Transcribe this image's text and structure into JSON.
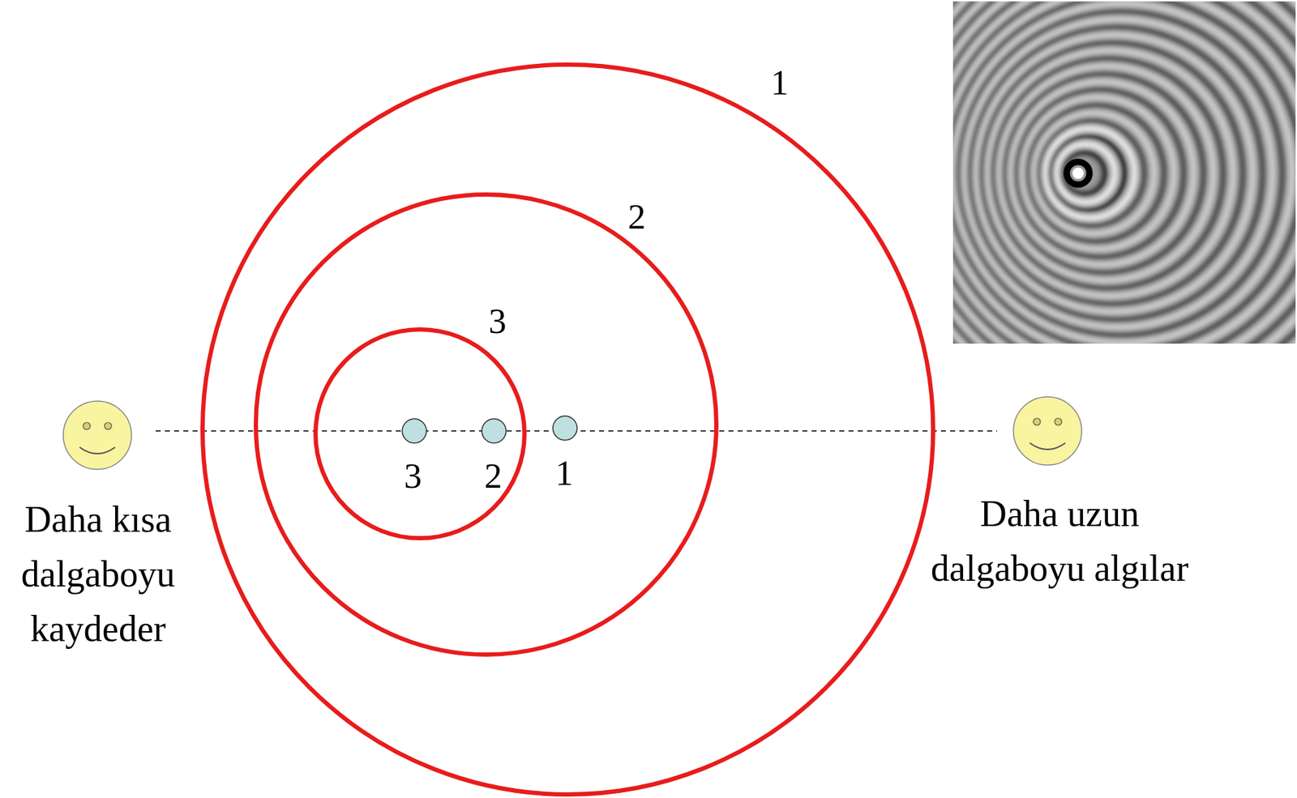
{
  "diagram": {
    "labels": [
      "1",
      "2",
      "3",
      "3",
      "2",
      "1",
      "Daha kısa dalgaboyu kaydeder",
      "Daha uzun dalgaboyu algılar"
    ]
  }
}
